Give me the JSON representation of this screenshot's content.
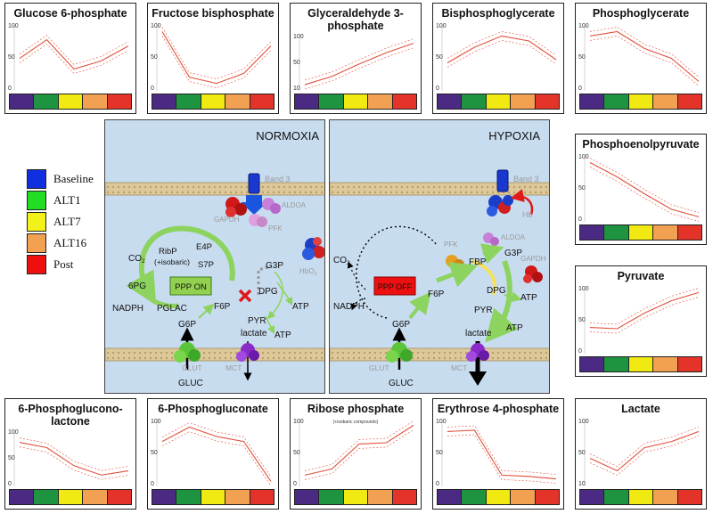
{
  "colors": [
    "#4b2a84",
    "#1f9440",
    "#f0ea12",
    "#f2a152",
    "#e43329"
  ],
  "legend": {
    "items": [
      "Baseline",
      "ALT1",
      "ALT7",
      "ALT16",
      "Post"
    ],
    "swatch_colors": [
      "#1030e0",
      "#22dd22",
      "#f2f21a",
      "#f2a152",
      "#ee1010"
    ]
  },
  "panels": [
    {
      "title": "Glucose 6-phosphate",
      "subtitle": "",
      "ticks": [
        "100",
        "50",
        "0"
      ],
      "values": [
        52,
        82,
        35,
        48,
        72
      ]
    },
    {
      "title": "Fructose bisphosphate",
      "subtitle": "",
      "ticks": [
        "100",
        "50",
        "0"
      ],
      "values": [
        95,
        22,
        12,
        28,
        72
      ]
    },
    {
      "title": "Glyceraldehyde 3-phosphate",
      "subtitle": "",
      "ticks": [
        "100",
        "50",
        "10"
      ],
      "values": [
        12,
        28,
        52,
        74,
        92
      ]
    },
    {
      "title": "Bisphosphoglycerate",
      "subtitle": "",
      "ticks": [
        "100",
        "50",
        "0"
      ],
      "values": [
        45,
        70,
        88,
        80,
        50
      ]
    },
    {
      "title": "Phosphoglycerate",
      "subtitle": "",
      "ticks": [
        "100",
        "50",
        "0"
      ],
      "values": [
        88,
        95,
        68,
        52,
        15
      ]
    },
    {
      "title": "Phosphoenolpyruvate",
      "subtitle": "",
      "ticks": [
        "100",
        "50",
        "0"
      ],
      "values": [
        95,
        72,
        45,
        20,
        8
      ]
    },
    {
      "title": "Pyruvate",
      "subtitle": "",
      "ticks": [
        "100",
        "50",
        "0"
      ],
      "values": [
        42,
        40,
        65,
        85,
        98
      ]
    },
    {
      "title": "6-Phosphoglucono-lactone",
      "subtitle": "",
      "ticks": [
        "100",
        "50",
        "0"
      ],
      "values": [
        85,
        75,
        40,
        22,
        30
      ]
    },
    {
      "title": "6-Phosphogluconate",
      "subtitle": "",
      "ticks": [
        "100",
        "50",
        "0"
      ],
      "values": [
        72,
        95,
        80,
        72,
        8
      ]
    },
    {
      "title": "Ribose phosphate",
      "subtitle": "(+isobaric compounds)",
      "ticks": [
        "100",
        "50",
        "0"
      ],
      "values": [
        18,
        28,
        68,
        70,
        98
      ]
    },
    {
      "title": "Erythrose 4-phosphate",
      "subtitle": "",
      "ticks": [
        "100",
        "50",
        "0"
      ],
      "values": [
        88,
        90,
        18,
        16,
        12
      ]
    },
    {
      "title": "Lactate",
      "subtitle": "",
      "ticks": [
        "100",
        "50",
        "10"
      ],
      "values": [
        45,
        25,
        62,
        72,
        88
      ]
    }
  ],
  "normoxia": {
    "title": "NORMOXIA",
    "band3": "Band 3",
    "gapdh": "GAPDH",
    "aldoa": "ALDOA",
    "pfk": "PFK",
    "hbo2": "HbO",
    "co2": "CO",
    "ribp": "RibP",
    "isobaric": "(+isobaric)",
    "e4p": "E4P",
    "s7p": "S7P",
    "pg6": "6PG",
    "nadph": "NADPH",
    "pglac": "PGLAC",
    "ppp": "PPP ON",
    "g3p": "G3P",
    "dpg": "DPG",
    "atp1": "ATP",
    "f6p": "F6P",
    "g6p": "G6P",
    "pyr": "PYR",
    "atp2": "ATP",
    "lactate": "lactate",
    "glut": "GLUT",
    "mct": "MCT",
    "gluc": "GLUC"
  },
  "hypoxia": {
    "title": "HYPOXIA",
    "band3": "Band 3",
    "hb": "Hb",
    "pfk": "PFK",
    "aldoa": "ALDOA",
    "gapdh": "GAPDH",
    "co2": "CO",
    "nadph": "NADPH",
    "ppp": "PPP OFF",
    "fbp": "FBP",
    "g3p": "G3P",
    "dpg": "DPG",
    "atp1": "ATP",
    "f6p": "F6P",
    "g6p": "G6P",
    "pyr": "PYR",
    "atp2": "ATP",
    "lactate": "lactate",
    "glut": "GLUT",
    "mct": "MCT",
    "gluc": "GLUC"
  }
}
